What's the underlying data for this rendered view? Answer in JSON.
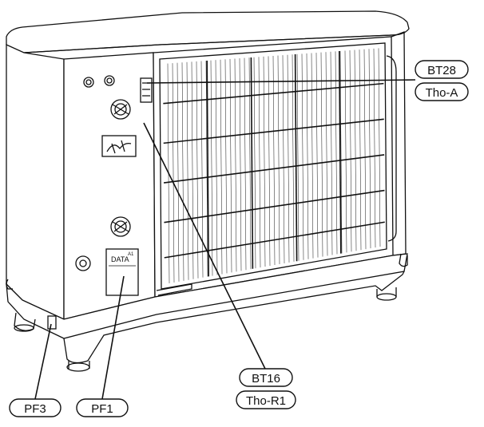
{
  "unit": {
    "plate_text": "DATA",
    "plate_corner": "A1"
  },
  "callouts": {
    "bt28": "BT28",
    "tho_a": "Tho-A",
    "bt16": "BT16",
    "tho_r1": "Tho-R1",
    "pf3": "PF3",
    "pf1": "PF1"
  },
  "colors": {
    "line": "#111111",
    "background": "#ffffff"
  }
}
